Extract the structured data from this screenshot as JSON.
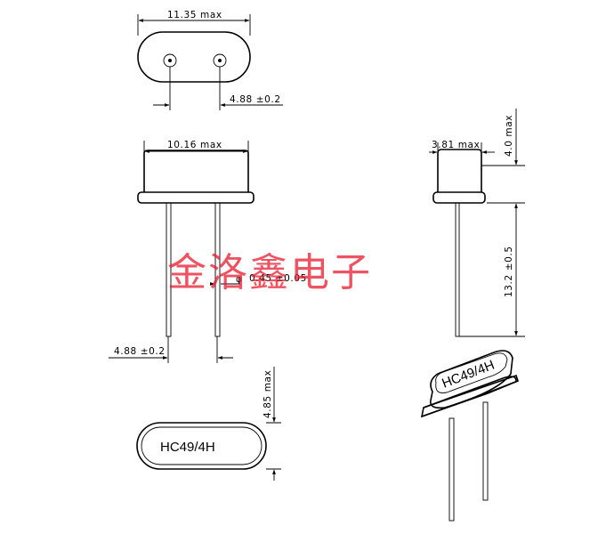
{
  "dimensions": {
    "top_width": "11.35  max",
    "pin_pitch_top": "4.88 ±0.2",
    "body_width": "10.16  max",
    "side_width": "3.81  max",
    "side_height": "4.0  max",
    "pin_length": "13.2 ±0.5",
    "pin_diameter": "0.45 ±0.05",
    "diameter_symbol": "φ",
    "pin_pitch_front": "4.88 ±0.2",
    "bottom_height": "4.85  max"
  },
  "part_marking": "HC49/4H",
  "watermark": "金洛鑫电子",
  "colors": {
    "watermark": "#e8192c",
    "lines": "#000000"
  }
}
